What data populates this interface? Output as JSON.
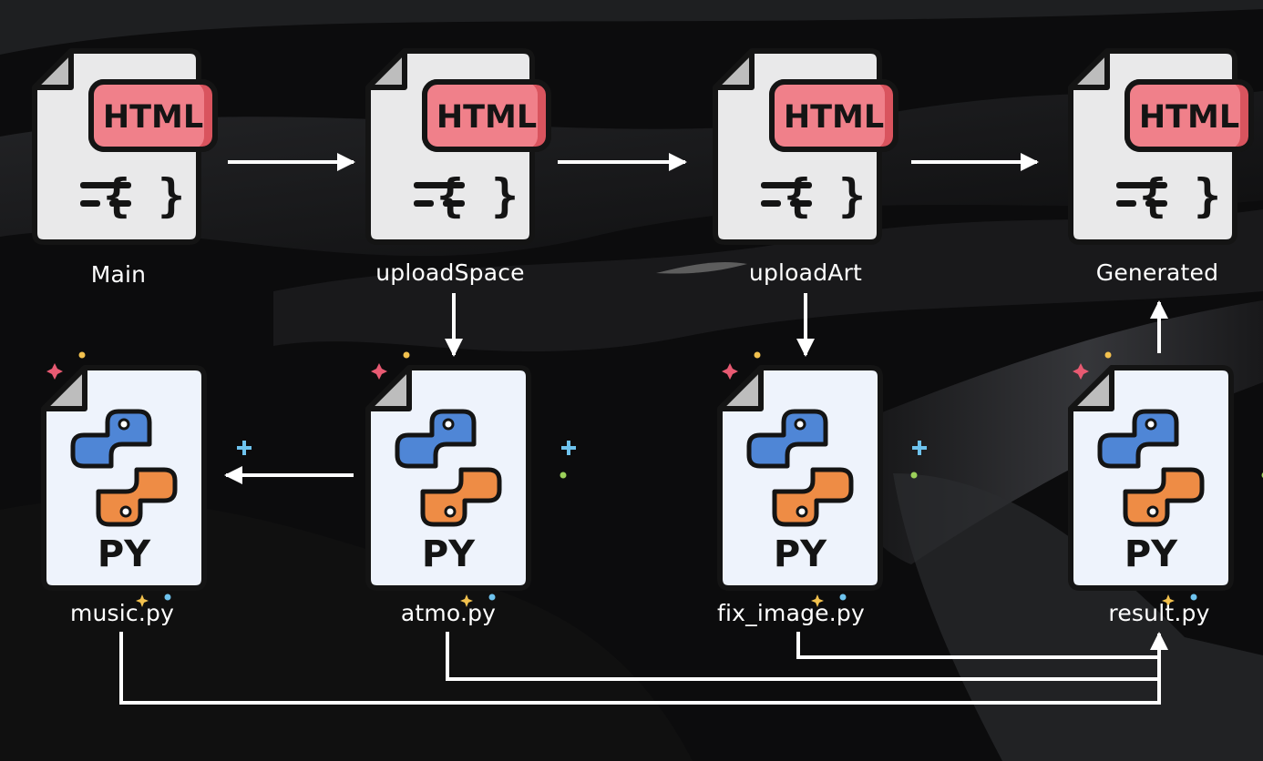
{
  "html_nodes": [
    {
      "id": "main",
      "label": "Main",
      "badge": "HTML"
    },
    {
      "id": "uploadSpace",
      "label": "uploadSpace",
      "badge": "HTML"
    },
    {
      "id": "uploadArt",
      "label": "uploadArt",
      "badge": "HTML"
    },
    {
      "id": "generated",
      "label": "Generated",
      "badge": "HTML"
    }
  ],
  "py_nodes": [
    {
      "id": "music",
      "label": "music.py",
      "badge": "PY"
    },
    {
      "id": "atmo",
      "label": "atmo.py",
      "badge": "PY"
    },
    {
      "id": "fix_image",
      "label": "fix_image.py",
      "badge": "PY"
    },
    {
      "id": "result",
      "label": "result.py",
      "badge": "PY"
    }
  ],
  "edges": [
    {
      "from": "main",
      "to": "uploadSpace"
    },
    {
      "from": "uploadSpace",
      "to": "uploadArt"
    },
    {
      "from": "uploadArt",
      "to": "generated"
    },
    {
      "from": "uploadSpace",
      "to": "atmo"
    },
    {
      "from": "atmo",
      "to": "music"
    },
    {
      "from": "uploadArt",
      "to": "fix_image"
    },
    {
      "from": "result",
      "to": "generated"
    },
    {
      "from": "fix_image",
      "to": "result"
    },
    {
      "from": "atmo",
      "to": "result"
    },
    {
      "from": "music",
      "to": "result"
    }
  ],
  "colors": {
    "background": "#0c0c0d",
    "html_badge": "#f0808a",
    "html_badge_shade": "#d9545e",
    "doc_html": "#e9e9ea",
    "doc_py": "#eef3fc",
    "fold": "#bdbdbd",
    "python_blue": "#4f86d6",
    "python_orange": "#ee8c45",
    "sparkle_red": "#e85a72",
    "sparkle_yellow": "#f2c14e",
    "sparkle_blue": "#6ec3ee",
    "sparkle_green": "#9bd05a",
    "arrow": "#ffffff"
  },
  "icons": [
    "html-file-icon",
    "python-file-icon",
    "python-logo-icon",
    "sparkle-icon"
  ]
}
